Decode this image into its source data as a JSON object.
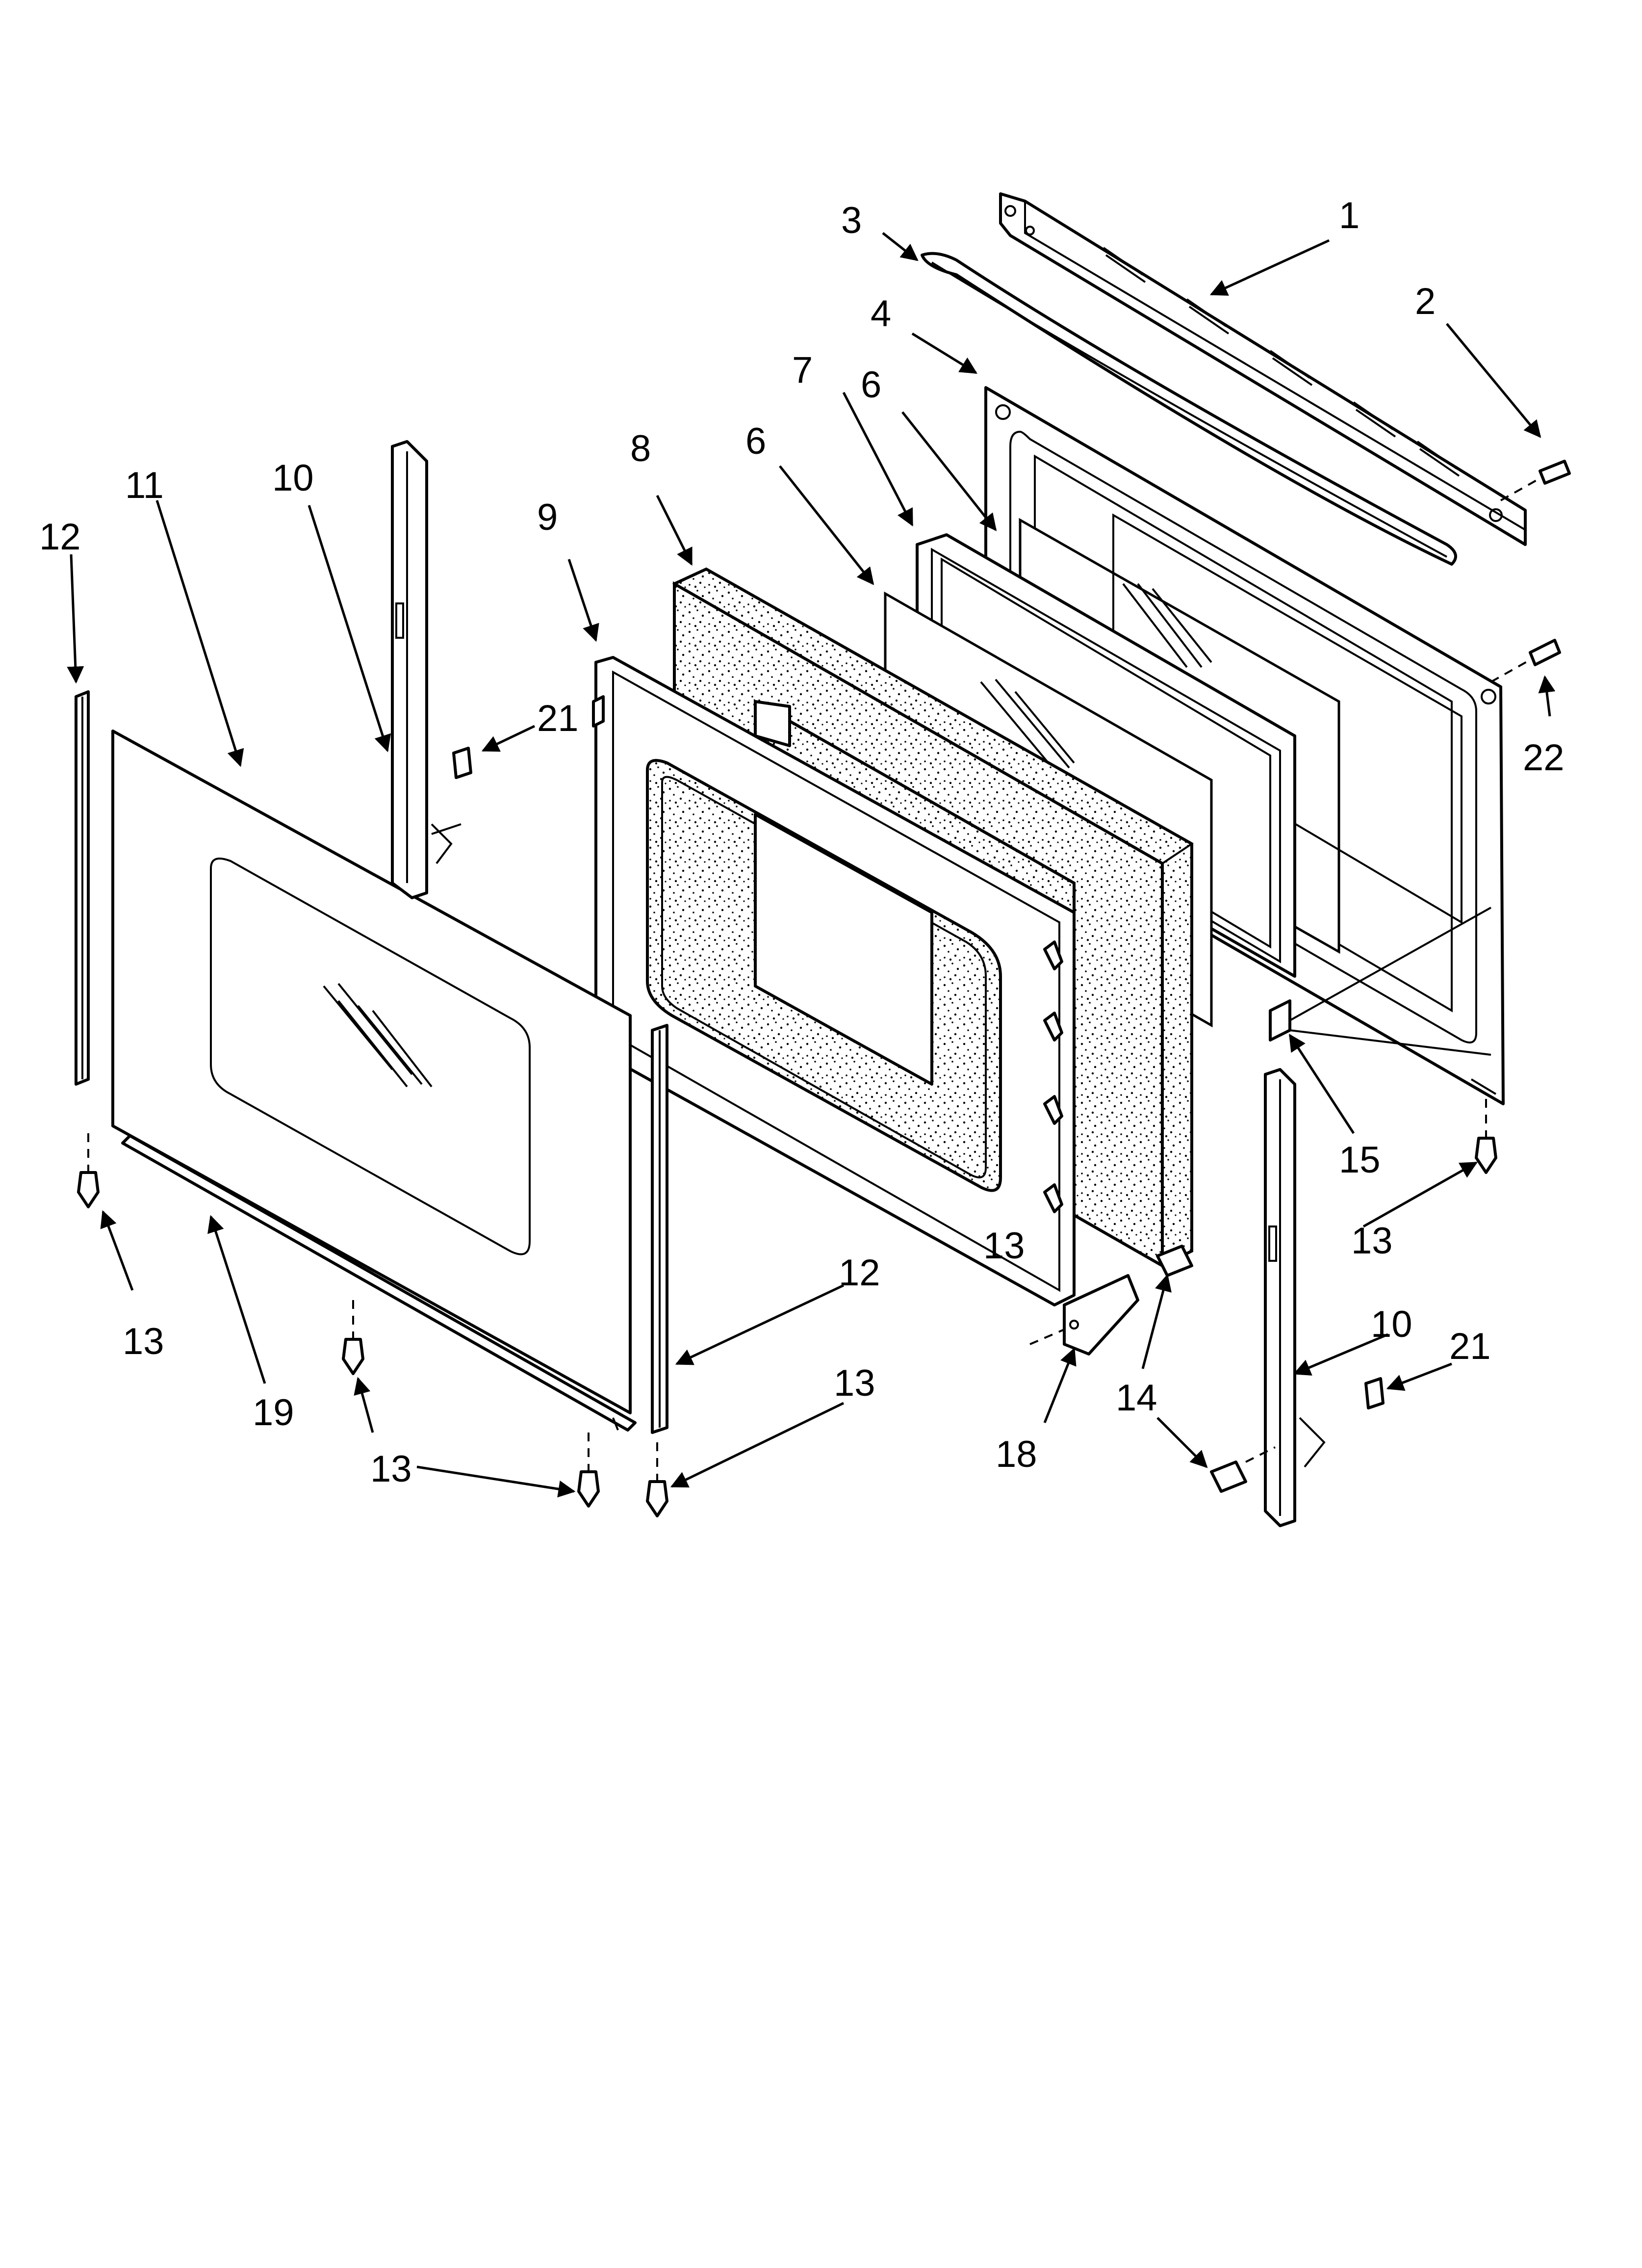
{
  "diagram": {
    "type": "exploded parts view",
    "callouts": [
      {
        "id": "c1",
        "text": "1"
      },
      {
        "id": "c2",
        "text": "2"
      },
      {
        "id": "c3",
        "text": "3"
      },
      {
        "id": "c4",
        "text": "4"
      },
      {
        "id": "c6a",
        "text": "6"
      },
      {
        "id": "c6b",
        "text": "6"
      },
      {
        "id": "c7",
        "text": "7"
      },
      {
        "id": "c8",
        "text": "8"
      },
      {
        "id": "c9",
        "text": "9"
      },
      {
        "id": "c10a",
        "text": "10"
      },
      {
        "id": "c10b",
        "text": "10"
      },
      {
        "id": "c11",
        "text": "11"
      },
      {
        "id": "c12a",
        "text": "12"
      },
      {
        "id": "c12b",
        "text": "12"
      },
      {
        "id": "c13a",
        "text": "13"
      },
      {
        "id": "c13b",
        "text": "13"
      },
      {
        "id": "c13c",
        "text": "13"
      },
      {
        "id": "c13d",
        "text": "13"
      },
      {
        "id": "c13e",
        "text": "13"
      },
      {
        "id": "c14",
        "text": "14"
      },
      {
        "id": "c15",
        "text": "15"
      },
      {
        "id": "c18",
        "text": "18"
      },
      {
        "id": "c19",
        "text": "19"
      },
      {
        "id": "c21a",
        "text": "21"
      },
      {
        "id": "c21b",
        "text": "21"
      },
      {
        "id": "c22",
        "text": "22"
      }
    ]
  },
  "colors": {
    "ink": "#000000",
    "paper": "#ffffff"
  }
}
